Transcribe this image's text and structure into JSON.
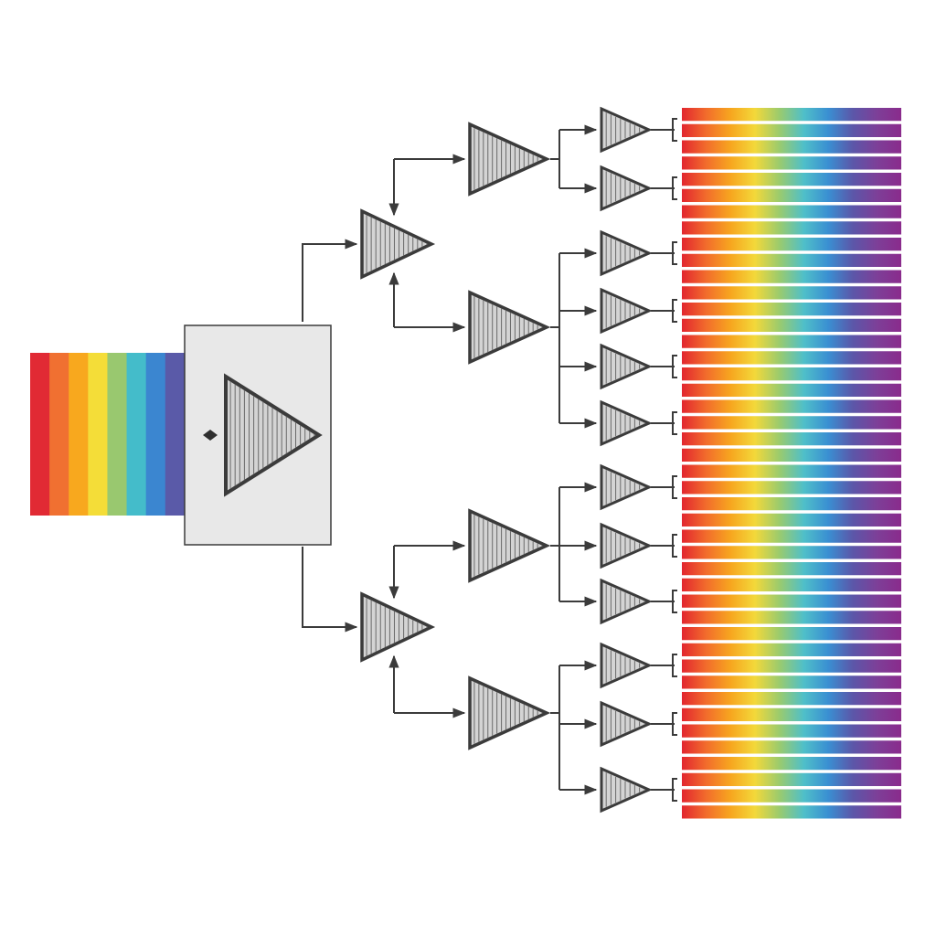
{
  "colors": {
    "spectrum": [
      "#e2262f",
      "#f26c2c",
      "#f7a61f",
      "#f3d83a",
      "#9bcb6d",
      "#4fbfc9",
      "#3a8fd2",
      "#5b57a9",
      "#7d3f98",
      "#8a2b8c"
    ],
    "input_spectrum": [
      "#e12a34",
      "#f07031",
      "#f8a81e",
      "#f4dd38",
      "#99c86f",
      "#44bcca",
      "#3b86d0",
      "#5a5aa8",
      "#6d3f97"
    ],
    "stroke": "#3b3b3b",
    "box_fill": "#e8e8e8",
    "triangle_fill": "#d4d4d4",
    "hatch": "#6a6a6a"
  },
  "icons": [
    "triangle-amplifier-icon",
    "arrow-head-icon",
    "bracket-icon"
  ],
  "nodes": {
    "source": "spectrum-input",
    "root": "root-amplifier",
    "level1": [
      "amplifier-upper",
      "amplifier-lower"
    ],
    "level2": [
      "amplifier-upper-a",
      "amplifier-upper-b",
      "amplifier-lower-a",
      "amplifier-lower-b"
    ],
    "level3_groups": [
      2,
      4,
      3,
      3
    ],
    "output_bands": 44
  }
}
